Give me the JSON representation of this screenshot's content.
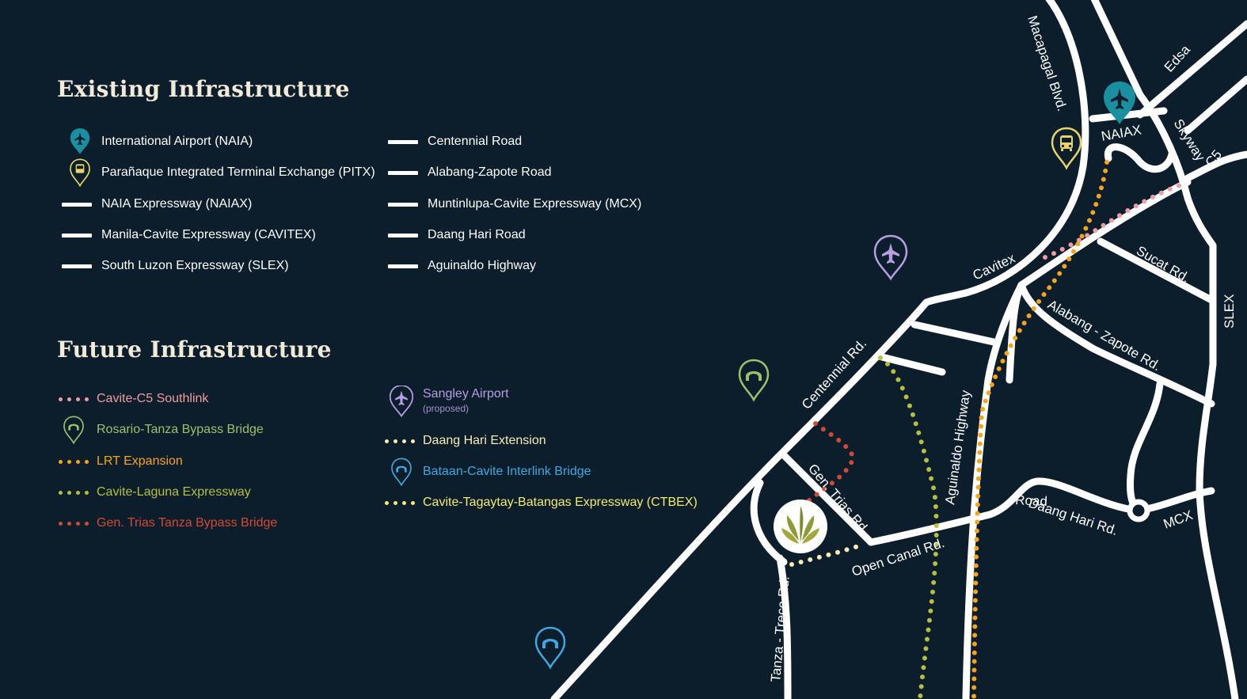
{
  "existing": {
    "heading": "Existing Infrastructure",
    "items": [
      {
        "label": "International Airport (NAIA)",
        "symbol": "pin",
        "icon": "airplane-icon",
        "color": "#1a8fa0"
      },
      {
        "label": "Parañaque Integrated Terminal Exchange (PITX)",
        "symbol": "pin",
        "icon": "bus-icon",
        "color": "#e8d46a"
      },
      {
        "label": "NAIA Expressway (NAIAX)",
        "symbol": "bar",
        "color": "#ffffff"
      },
      {
        "label": "Manila-Cavite Expressway (CAVITEX)",
        "symbol": "bar",
        "color": "#ffffff"
      },
      {
        "label": "South Luzon Expressway (SLEX)",
        "symbol": "bar",
        "color": "#ffffff"
      },
      {
        "label": "Centennial Road",
        "symbol": "bar",
        "color": "#ffffff"
      },
      {
        "label": "Alabang-Zapote Road",
        "symbol": "bar",
        "color": "#ffffff"
      },
      {
        "label": "Muntinlupa-Cavite Expressway  (MCX)",
        "symbol": "bar",
        "color": "#ffffff"
      },
      {
        "label": "Daang Hari Road",
        "symbol": "bar",
        "color": "#ffffff"
      },
      {
        "label": "Aguinaldo Highway",
        "symbol": "bar",
        "color": "#ffffff"
      }
    ]
  },
  "future": {
    "heading": "Future Infrastructure",
    "items": [
      {
        "label": "Cavite-C5 Southlink",
        "symbol": "dots",
        "color": "#f09ca0"
      },
      {
        "label": "Rosario-Tanza Bypass Bridge",
        "symbol": "pin",
        "icon": "bridge-icon",
        "color": "#9bc26b"
      },
      {
        "label": "LRT Expansion",
        "symbol": "dots",
        "color": "#f5a41c"
      },
      {
        "label": "Cavite-Laguna Expressway",
        "symbol": "dots",
        "color": "#b8bf3c"
      },
      {
        "label": "Gen. Trias Tanza Bypass Bridge",
        "symbol": "dots",
        "color": "#d24a34"
      },
      {
        "label": "Sangley Airport",
        "sublabel": "(proposed)",
        "symbol": "pin",
        "icon": "airplane-icon",
        "color": "#b69ee0"
      },
      {
        "label": "Daang Hari Extension",
        "symbol": "dots",
        "color": "#f6ecb4"
      },
      {
        "label": "Bataan-Cavite Interlink Bridge",
        "symbol": "pin",
        "icon": "bridge-icon",
        "color": "#3ea8e0"
      },
      {
        "label": "Cavite-Tagaytay-Batangas Expressway (CTBEX)",
        "symbol": "dots",
        "color": "#f4ec6a"
      }
    ]
  },
  "map": {
    "road_labels": [
      "Macapagal Blvd.",
      "Edsa",
      "NAIAX",
      "Skyway",
      "C5",
      "Cavitex",
      "Sucat Rd.",
      "SLEX",
      "Alabang - Zapote Rd.",
      "Centennial Rd.",
      "Aguinaldo Highway",
      "Gen. Trias Rd.",
      "Road",
      "Daang Hari Rd.",
      "MCX",
      "Open Canal Rd.",
      "Tanza - Trece Rd."
    ],
    "colors": {
      "background": "#0c1e2c",
      "road": "#ffffff"
    }
  }
}
